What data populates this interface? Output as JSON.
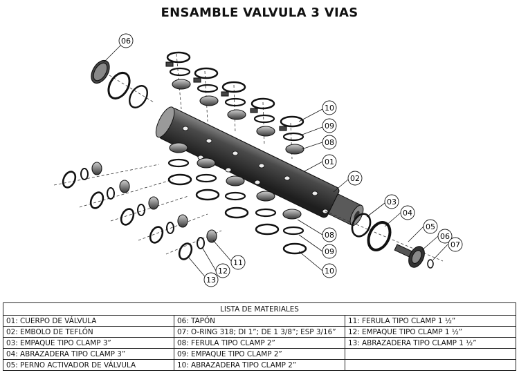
{
  "title": "ENSAMBLE VALVULA 3 VIAS",
  "callouts": [
    "06",
    "10",
    "09",
    "08",
    "01",
    "02",
    "03",
    "04",
    "05",
    "06",
    "07",
    "08",
    "09",
    "10",
    "11",
    "12",
    "13"
  ],
  "materials_list": {
    "header": "LISTA DE MATERIALES",
    "rows": [
      [
        "01: CUERPO DE VÁLVULA",
        "06: TAPÓN",
        "11: FERULA TIPO CLAMP 1 ½”"
      ],
      [
        "02: EMBOLO DE TEFLÓN",
        "07: O-RING 318; DI 1”; DE 1 3/8”; ESP 3/16”",
        "12: EMPAQUE TIPO CLAMP 1 ½”"
      ],
      [
        "03: EMPAQUE TIPO CLAMP 3”",
        "08: FERULA TIPO CLAMP 2”",
        "13: ABRAZADERA TIPO CLAMP 1 ½”"
      ],
      [
        "04: ABRAZADERA TIPO CLAMP 3”",
        "09: EMPAQUE TIPO CLAMP 2”",
        ""
      ],
      [
        "05: PERNO ACTIVADOR DE VÁLVULA",
        "10: ABRAZADERA TIPO CLAMP 2”",
        ""
      ]
    ]
  },
  "colors": {
    "ink": "#111111",
    "part_dark": "#2b2b2b",
    "part_mid": "#6a6a6a",
    "part_light": "#b8b8b8",
    "paper": "#ffffff"
  }
}
